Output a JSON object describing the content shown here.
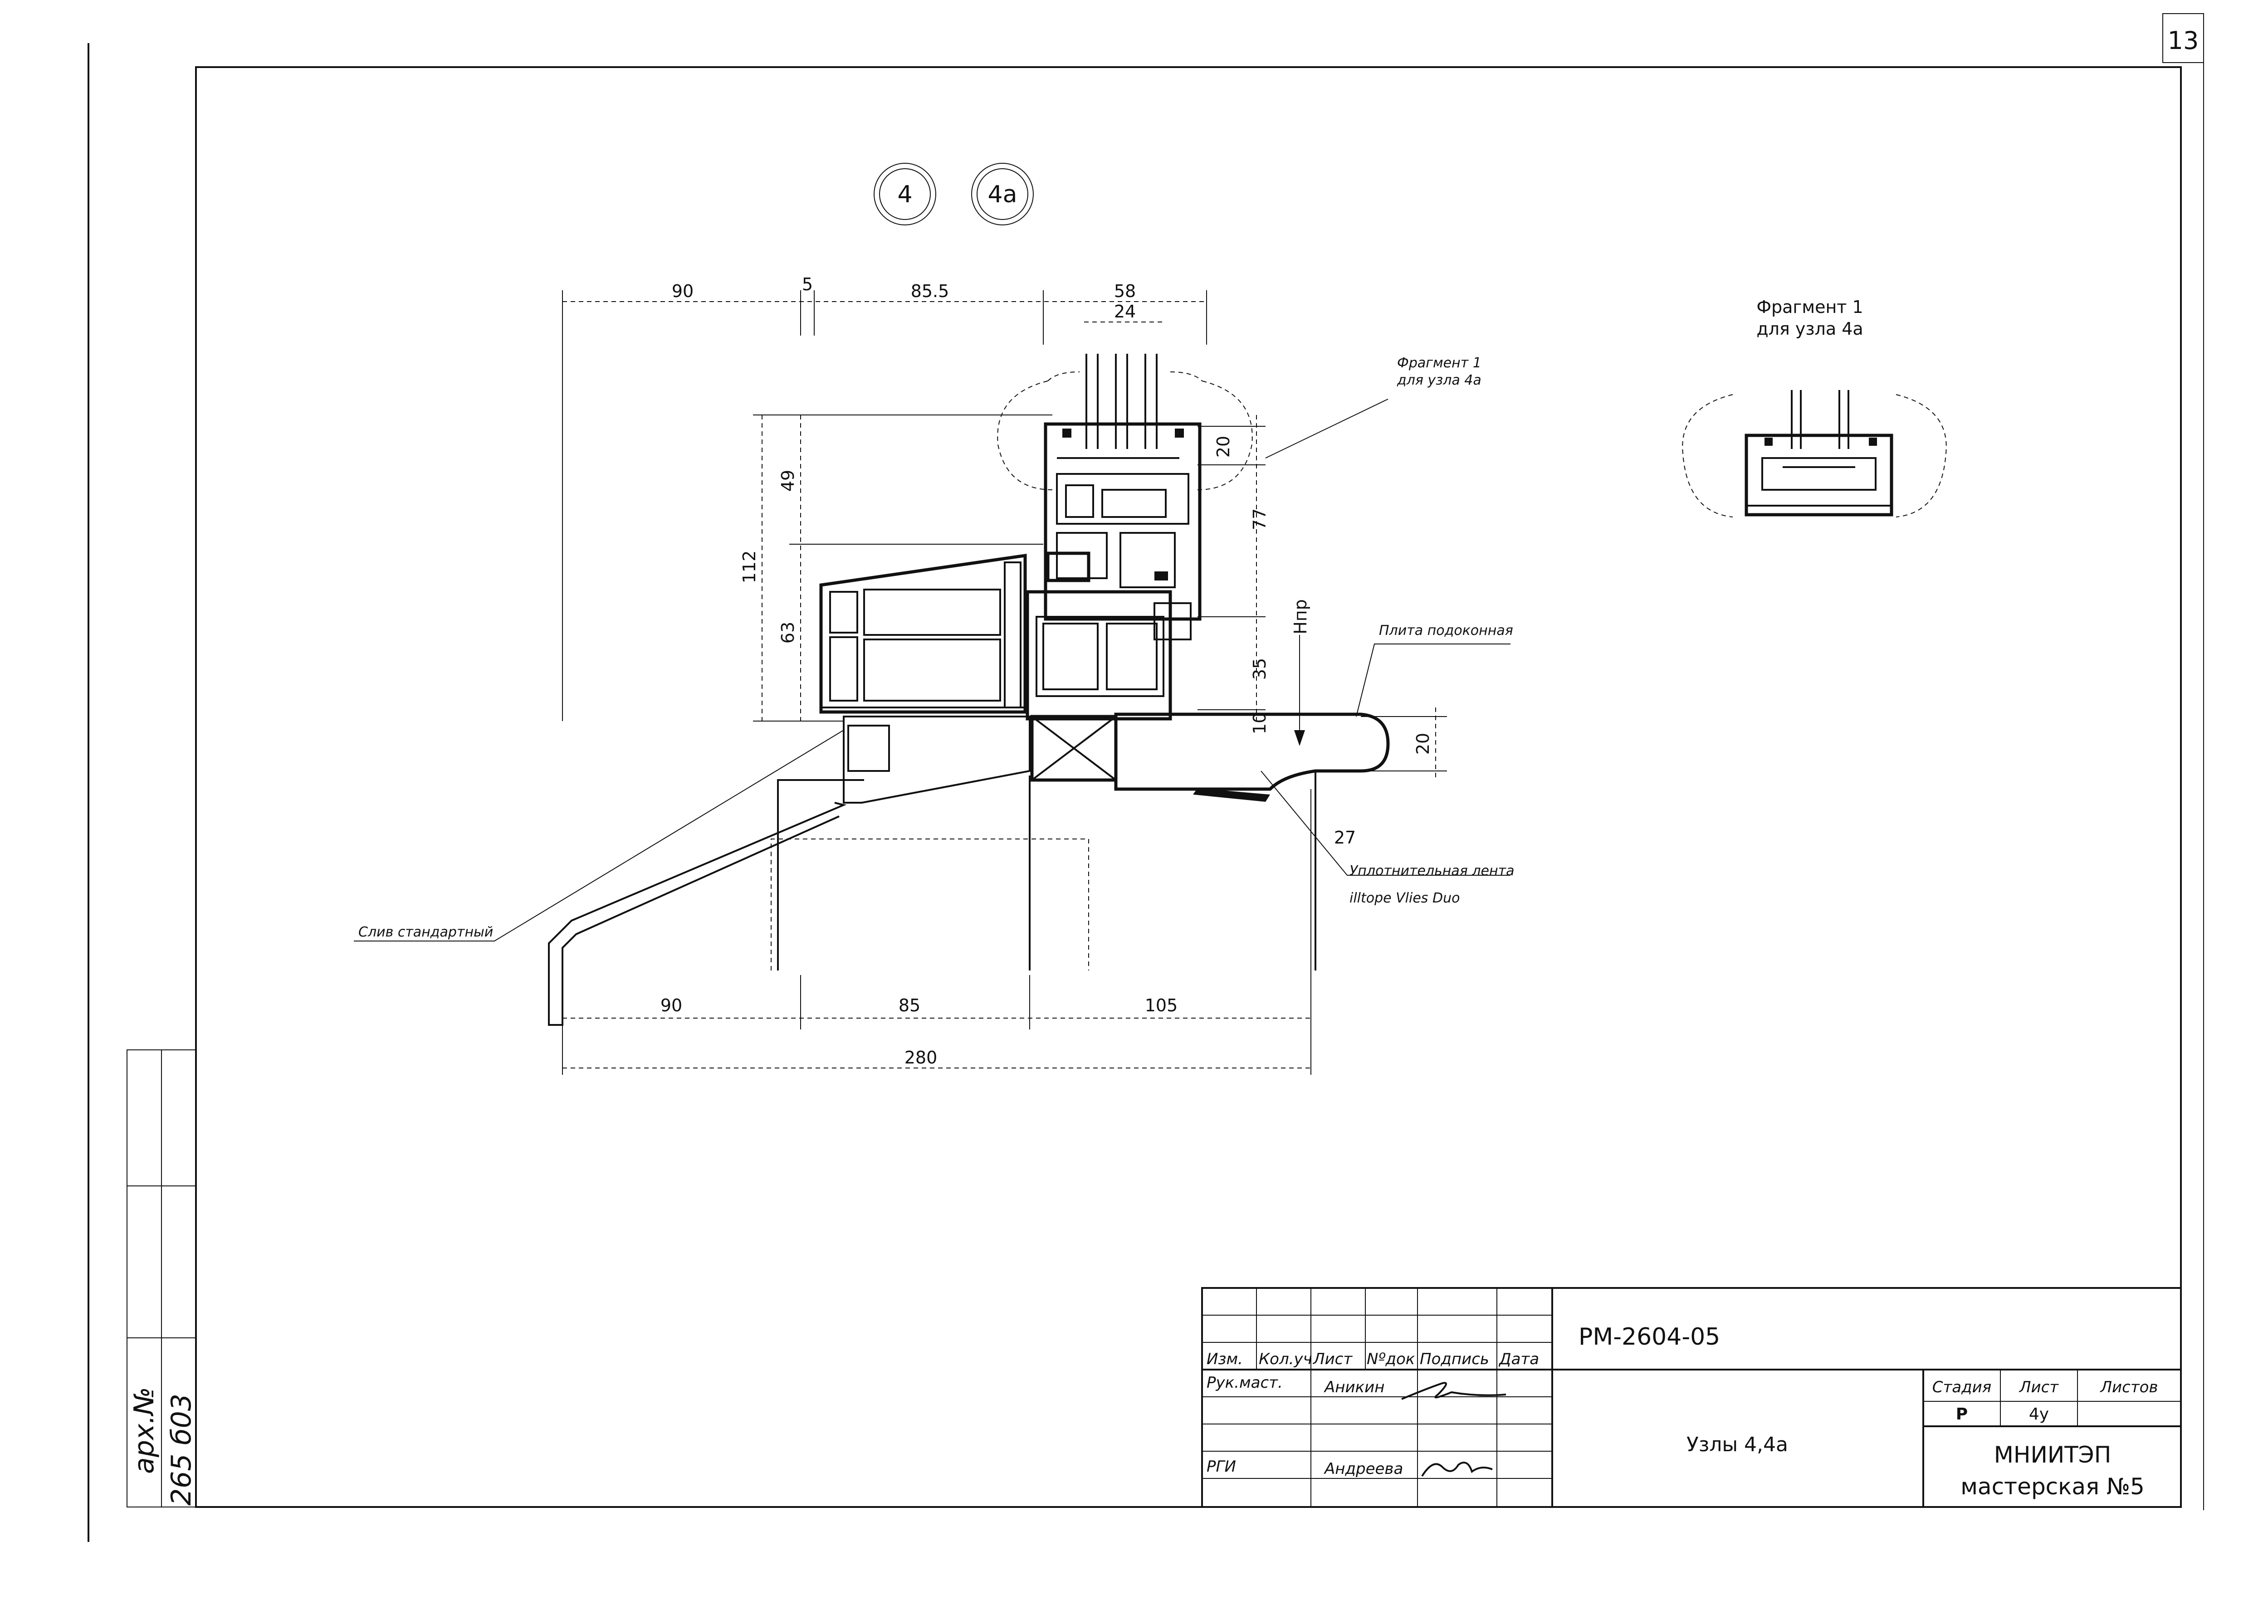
{
  "sheet": {
    "page_number": "13"
  },
  "node_markers": [
    "4",
    "4a"
  ],
  "dimensions": {
    "top": [
      "90",
      "5",
      "85.5",
      "58"
    ],
    "top_inner": "24",
    "left_vertical": [
      "112",
      "49",
      "63"
    ],
    "right_vertical": [
      "20",
      "77",
      "35",
      "10"
    ],
    "sill": [
      "20",
      "27"
    ],
    "bottom": [
      "90",
      "85",
      "105"
    ],
    "total": "280",
    "level_mark": "Нпр"
  },
  "callouts": {
    "fragment_ref": [
      "Фрагмент 1",
      "для узла 4а"
    ],
    "sill_plate": "Плита подоконная",
    "sealing_tape": [
      "Уплотнительная лента",
      "illtope Vlies Duo"
    ],
    "drip": "Слив стандартный"
  },
  "fragment_panel": {
    "title": [
      "Фрагмент 1",
      "для узла 4а"
    ]
  },
  "side_stamp": [
    "арх.№",
    "265 б03"
  ],
  "title_block": {
    "headers": [
      "Изм.",
      "Кол.уч",
      "Лист",
      "Nºдок",
      "Подпись",
      "Дата"
    ],
    "rows": [
      {
        "role": "Рук.маст.",
        "name": "Аникин"
      },
      {
        "role": "РГИ",
        "name": "Андреева"
      }
    ],
    "doc_code": "РМ-2604-05",
    "drawing_title": "Узлы 4,4а",
    "stage_headers": [
      "Стадия",
      "Лист",
      "Листов"
    ],
    "stage_values": [
      "Р",
      "4у",
      ""
    ],
    "org": [
      "МНИИТЭП",
      "мастерская №5"
    ]
  },
  "colors": {
    "ink": "#111111",
    "paper": "#ffffff"
  }
}
